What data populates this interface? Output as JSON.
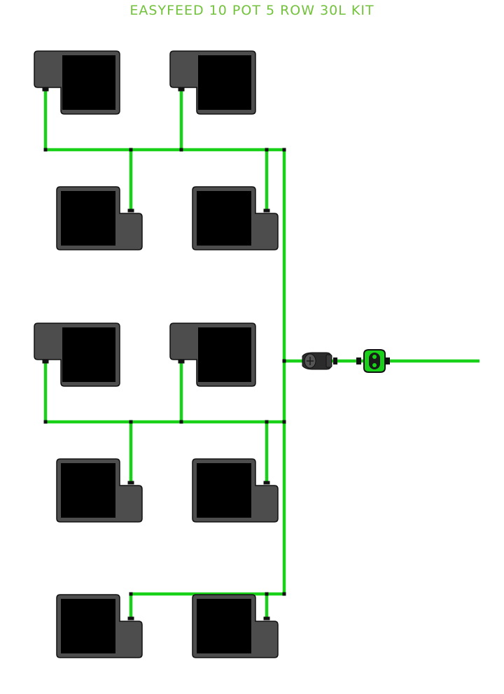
{
  "title": "EASYFEED 10 POT 5 ROW 30L KIT",
  "colors": {
    "title": "#72c23b",
    "hose": "#19d119",
    "hose_outline": "#0a8a0a",
    "pot_body": "#4d4d4d",
    "pot_inner": "#000000",
    "pot_outline": "#111111",
    "connector": "#111111"
  },
  "diagram": {
    "pot_count": 10,
    "row_count": 5,
    "pot_volume": "30L",
    "components": [
      "pot",
      "feed-line",
      "filter",
      "inline-tap"
    ]
  }
}
